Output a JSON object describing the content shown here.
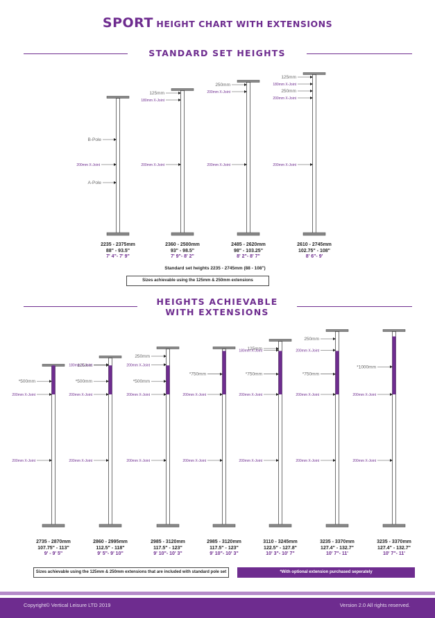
{
  "header": {
    "title_bold": "SPORT",
    "title_rest": "HEIGHT CHART WITH EXTENSIONS"
  },
  "colors": {
    "accent": "#6e2c8f",
    "accent_light": "#b58ac9",
    "pole": "#ffffff",
    "extension": "#6e2c8f"
  },
  "standard": {
    "title": "STANDARD SET HEIGHTS",
    "labels": {
      "b_pole": "B-Pole",
      "a_pole": "A-Pole"
    },
    "poles": [
      {
        "mm": "2235 - 2375mm",
        "inches": "88\" - 93.5\"",
        "feet": "7' 4\"- 7' 9\"",
        "ext": "",
        "ext_joint": ""
      },
      {
        "mm": "2360 - 2500mm",
        "inches": "93\" - 98.5\"",
        "feet": "7' 9\"- 8' 2\"",
        "ext": "125mm",
        "ext_joint": "180mm X-Joint"
      },
      {
        "mm": "2485 - 2620mm",
        "inches": "98\" - 103.25\"",
        "feet": "8' 2\"- 8' 7\"",
        "ext": "250mm",
        "ext_joint": "200mm X-Joint"
      },
      {
        "mm": "2610 - 2745mm",
        "inches": "102.75\" - 108\"",
        "feet": "8' 6\"- 9'",
        "ext": "125mm",
        "ext_joint": "180mm X-Joint",
        "ext2": "250mm",
        "ext2_joint": "200mm X-Joint"
      }
    ],
    "mid_joint": "200mm X-Joint",
    "summary": "Standard set heights 2235 - 2745mm (88 - 108\")",
    "box": "Sizes achievable using the 125mm & 250mm extensions"
  },
  "achievable": {
    "title_line1": "HEIGHTS ACHIEVABLE",
    "title_line2": "WITH EXTENSIONS",
    "poles": [
      {
        "mm": "2735 - 2870mm",
        "inches": "107.75\" - 113\"",
        "feet": "9' - 9' 5\"",
        "opt": "*500mm",
        "opt_len": 500,
        "std": []
      },
      {
        "mm": "2860 - 2995mm",
        "inches": "112.5\" - 118\"",
        "feet": "9' 5\"- 9' 10\"",
        "opt": "*500mm",
        "opt_len": 500,
        "std": [
          {
            "label": "125mm",
            "joint": "180mm X-Joint"
          }
        ]
      },
      {
        "mm": "2985 - 3120mm",
        "inches": "117.5\" - 123\"",
        "feet": "9' 10\"- 10' 3\"",
        "opt": "*500mm",
        "opt_len": 500,
        "std": [
          {
            "label": "250mm",
            "joint": "200mm X-Joint"
          }
        ]
      },
      {
        "mm": "2985 - 3120mm",
        "inches": "117.5\" - 123\"",
        "feet": "9' 10\"- 10' 3\"",
        "opt": "*750mm",
        "opt_len": 750,
        "std": []
      },
      {
        "mm": "3110 - 3245mm",
        "inches": "122.5\" - 127.8\"",
        "feet": "10' 3\"- 10' 7\"",
        "opt": "*750mm",
        "opt_len": 750,
        "std": [
          {
            "label": "125mm",
            "joint": "180mm X-Joint"
          }
        ]
      },
      {
        "mm": "3235 - 3370mm",
        "inches": "127.4\" - 132.7\"",
        "feet": "10' 7\"- 11'",
        "opt": "*750mm",
        "opt_len": 750,
        "std": [
          {
            "label": "250mm",
            "joint": "200mm X-Joint"
          }
        ]
      },
      {
        "mm": "3235 - 3370mm",
        "inches": "127.4\" - 132.7\"",
        "feet": "10' 7\"- 11'",
        "opt": "*1000mm",
        "opt_len": 1000,
        "std": []
      }
    ],
    "mid_joint": "200mm X-Joint",
    "box_left": "Sizes achievable using the 125mm & 250mm extensions that are included with standard pole set",
    "box_right": "*With optional extension purchased seperately"
  },
  "footer": {
    "copyright": "Copyright© Vertical Leisure LTD 2019",
    "version": "Version 2.0 All rights reserved."
  }
}
